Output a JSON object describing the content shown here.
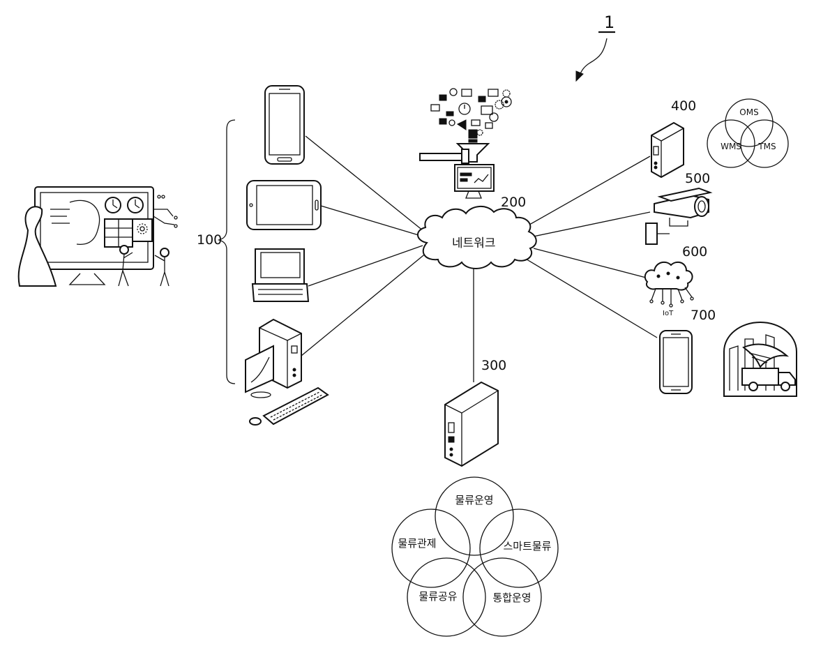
{
  "figure_ref": "1",
  "network": {
    "ref": "200",
    "label": "네트워크"
  },
  "client_group_ref": "100",
  "server": {
    "ref": "300"
  },
  "oms_server": {
    "ref": "400"
  },
  "camera": {
    "ref": "500"
  },
  "iot": {
    "ref": "600",
    "tag": "IoT"
  },
  "mobile": {
    "ref": "700"
  },
  "system_venn": {
    "items": [
      "OMS",
      "WMS",
      "TMS"
    ]
  },
  "service_venn": {
    "items": [
      "물류운영",
      "물류관제",
      "스마트물류",
      "물류공유",
      "통합운영"
    ]
  }
}
